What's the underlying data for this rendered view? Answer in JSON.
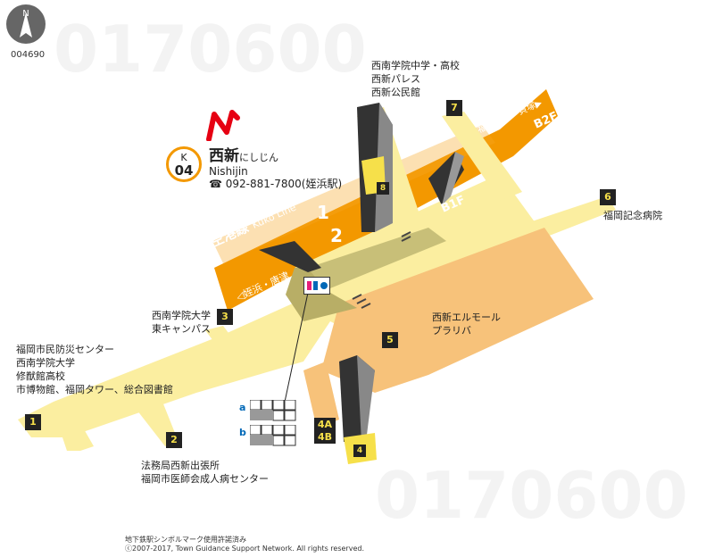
{
  "map_code": "004690",
  "compass_label": "N",
  "station": {
    "badge_line": "K",
    "badge_number": "04",
    "name_kanji": "西新",
    "name_kana": "にしじん",
    "name_romaji": "Nishijin",
    "phone": "☎ 092-881-7800(姪浜駅)"
  },
  "line": {
    "name_ja": "空港線",
    "name_en": "Kuko Line",
    "platform_1": "1",
    "platform_2": "2",
    "dir_up": "福岡空港・貝塚▶",
    "dir_down": "◁姪浜・唐津",
    "level_b2": "B2F",
    "level_b1": "B1F"
  },
  "exits": [
    {
      "id": "1",
      "label": "1"
    },
    {
      "id": "2",
      "label": "2"
    },
    {
      "id": "3",
      "label": "3"
    },
    {
      "id": "4",
      "label": "4"
    },
    {
      "id": "4A",
      "label": "4A"
    },
    {
      "id": "4B",
      "label": "4B"
    },
    {
      "id": "5",
      "label": "5"
    },
    {
      "id": "6",
      "label": "6"
    },
    {
      "id": "7",
      "label": "7"
    },
    {
      "id": "8",
      "label": "8"
    }
  ],
  "places": {
    "exit8": [
      "西南学院中学・高校",
      "西新パレス",
      "西新公民館"
    ],
    "exit6": [
      "福岡記念病院"
    ],
    "exit3": [
      "西南学院大学",
      "東キャンパス"
    ],
    "exit1": [
      "福岡市民防災センター",
      "西南学院大学",
      "修猷館高校",
      "市博物館、福岡タワー、総合図書館"
    ],
    "exit5": [
      "西新エルモール",
      "プラリバ"
    ],
    "exit2": [
      "法務局西新出張所",
      "福岡市医師会成人病センター"
    ]
  },
  "legend": {
    "a": "a",
    "b": "b"
  },
  "footer": {
    "line1": "地下鉄駅シンボルマーク使用許諾済み",
    "line2": "ⓒ2007-2017, Town Guidance Support Network. All rights reserved."
  },
  "colors": {
    "platform_orange": "#f39800",
    "concourse_yellow": "#fbeea0",
    "commercial_orange": "#f7c27a",
    "stair_dark": "#333333",
    "exit_badge": "#222222",
    "exit_text": "#f6e04a"
  },
  "watermark": "0170600"
}
